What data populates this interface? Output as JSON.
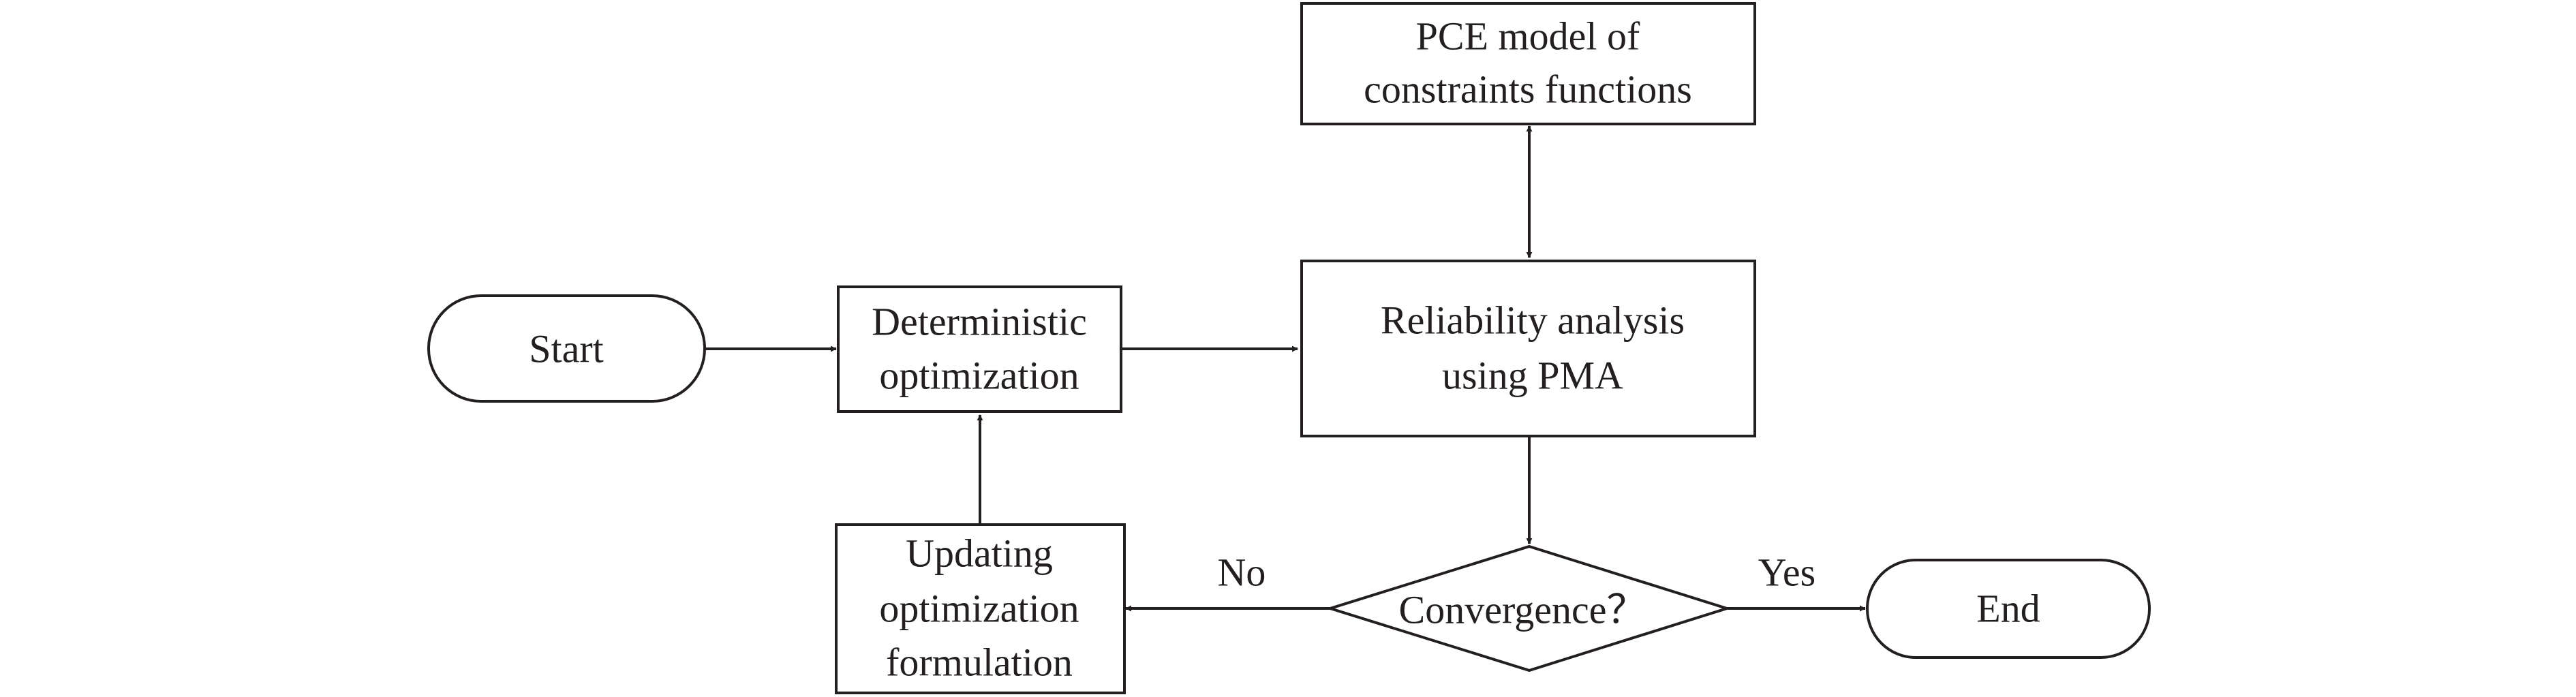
{
  "nodes": {
    "pce_model": {
      "lines": [
        "PCE model of",
        "constraints functions"
      ]
    },
    "start": {
      "label": "Start"
    },
    "deterministic": {
      "lines": [
        "Deterministic",
        "optimization"
      ]
    },
    "reliability": {
      "lines": [
        "Reliability analysis",
        "using PMA"
      ]
    },
    "updating": {
      "lines": [
        "Updating",
        "optimization",
        "formulation"
      ]
    },
    "convergence": {
      "label": "Convergence？"
    },
    "end": {
      "label": "End"
    }
  },
  "edges": {
    "no_label": "No",
    "yes_label": "Yes"
  },
  "colors": {
    "stroke": "#231f20",
    "fill": "#ffffff",
    "background": "#ffffff"
  }
}
